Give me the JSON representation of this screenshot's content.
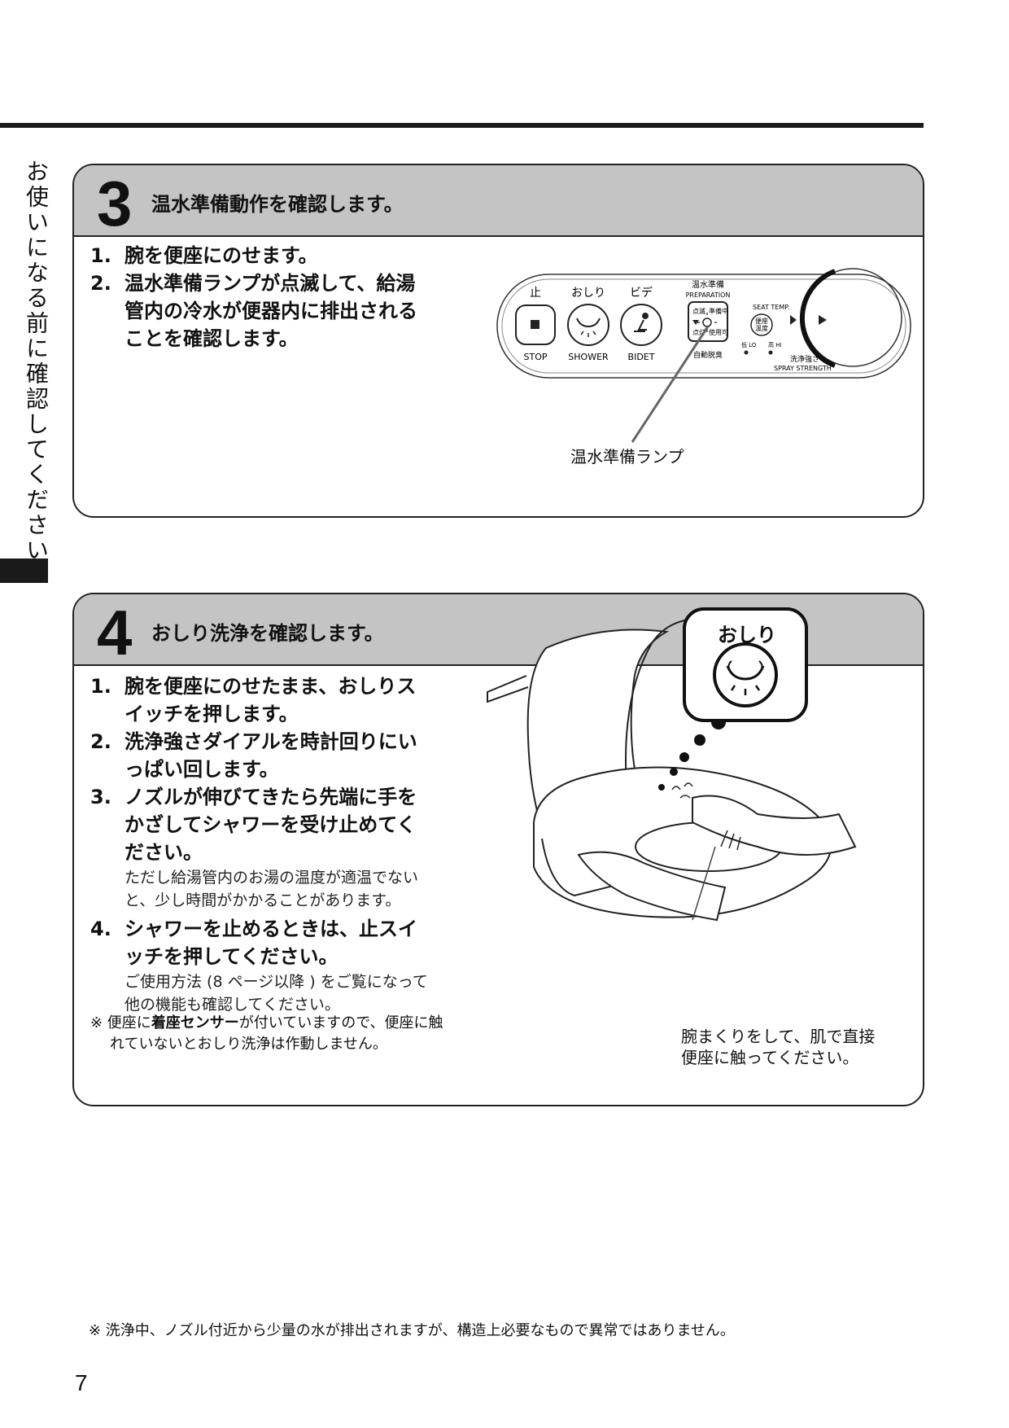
{
  "side_title": "お使いになる前に確認してください",
  "step3": {
    "number": "3",
    "title": "温水準備動作を確認します。",
    "items": [
      {
        "n": "1.",
        "text": "腕を便座にのせます。"
      },
      {
        "n": "2.",
        "text": "温水準備ランプが点滅して、給湯管内の冷水が便器内に排出されることを確認します。"
      }
    ],
    "panel": {
      "stop_jp": "止",
      "stop_en": "STOP",
      "shower_jp": "おしり",
      "shower_en": "SHOWER",
      "bidet_jp": "ビデ",
      "bidet_en": "BIDET",
      "prep_jp": "温水準備",
      "prep_en": "PREPARATION",
      "lamp_blink": "点滅",
      "lamp_preparing": "準備中",
      "lamp_on": "点灯",
      "lamp_ready": "使用可",
      "auto_deodorize": "自動脱臭",
      "seat_temp_en": "SEAT TEMP.",
      "seat_temp_jp1": "便座",
      "seat_temp_jp2": "温度",
      "lo": "低 LO",
      "hi": "高 HI",
      "spray_jp": "洗浄強さ",
      "spray_en": "SPRAY STRENGTH"
    },
    "lamp_label": "温水準備ランプ"
  },
  "step4": {
    "number": "4",
    "title": "おしり洗浄を確認します。",
    "items": [
      {
        "n": "1.",
        "text": "腕を便座にのせたまま、おしりスイッチを押します。",
        "sub": ""
      },
      {
        "n": "2.",
        "text": "洗浄強さダイアルを時計回りにいっぱい回します。",
        "sub": ""
      },
      {
        "n": "3.",
        "text": "ノズルが伸びてきたら先端に手をかざしてシャワーを受け止めてください。",
        "sub": "ただし給湯管内のお湯の温度が適温でないと、少し時間がかかることがあります。"
      },
      {
        "n": "4.",
        "text": "シャワーを止めるときは、止スイッチを押してください。",
        "sub": "ご使用方法 (8 ページ以降 ) をご覧になって他の機能も確認してください。"
      }
    ],
    "note_prefix": "※ 便座に",
    "note_bold": "着座センサー",
    "note_suffix": "が付いていますので、便座に触れていないとおしり洗浄は作動しません。",
    "bubble_label": "おしり",
    "caption_line1": "腕まくりをして、肌で直接",
    "caption_line2": "便座に触ってください。"
  },
  "footer_note": "※ 洗浄中、ノズル付近から少量の水が排出されますが、構造上必要なもので異常ではありません。",
  "page_number": "7"
}
